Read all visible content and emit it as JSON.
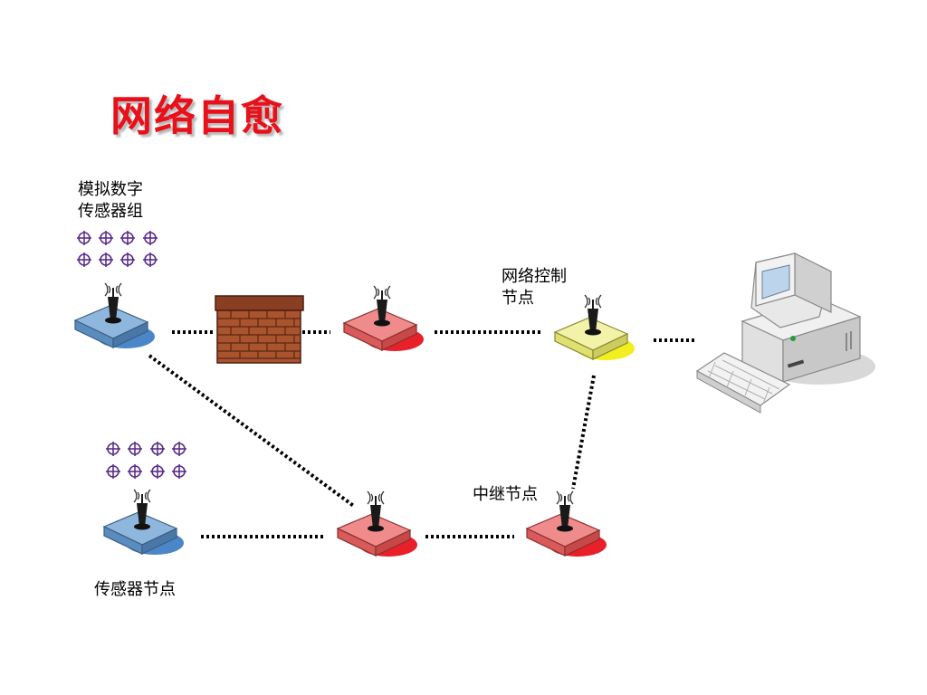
{
  "title": "网络自愈",
  "labels": {
    "sensor_group": [
      "模拟数字",
      "传感器组"
    ],
    "network_control_node": [
      "网络控制",
      "节点"
    ],
    "relay_node": "中继节点",
    "sensor_node": "传感器节点"
  },
  "colors": {
    "title": "#e8101a",
    "sensor_node": "#6a9ccc",
    "relay_node": "#e04848",
    "control_node": "#e8e870",
    "sensor_mark": "#5a2e8a",
    "firewall": "#9a4a2a"
  },
  "icons": [
    "router-icon",
    "firewall-icon",
    "computer-icon",
    "sensor-mark-icon"
  ]
}
